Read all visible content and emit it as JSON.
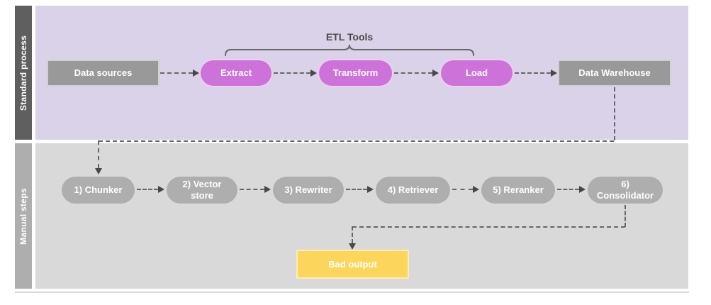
{
  "lanes": [
    {
      "label": "Standard process"
    },
    {
      "label": "Manual steps"
    }
  ],
  "bracket": {
    "label": "ETL Tools"
  },
  "nodes": {
    "data_sources": "Data sources",
    "extract": "Extract",
    "transform": "Transform",
    "load": "Load",
    "data_warehouse": "Data Warehouse",
    "chunker": "1) Chunker",
    "vector_store": "2) Vector store",
    "rewriter": "3) Rewriter",
    "retriever": "4) Retriever",
    "reranker": "5) Reranker",
    "consolidator": "6) Consolidator",
    "bad_output": "Bad output"
  },
  "colors": {
    "lane1_bar": "#5f5f5f",
    "lane1_body": "#d9d2e9",
    "lane2_bar": "#aeaeae",
    "lane2_body": "#d9d9d9",
    "gray_node": "#999999",
    "purple_node": "#cd72d8",
    "gray_pill": "#aeaeae",
    "yellow_node": "#fbd65b",
    "connector": "#666666",
    "node_text": "#ffffff",
    "bracket_text": "#4a4a4a"
  }
}
